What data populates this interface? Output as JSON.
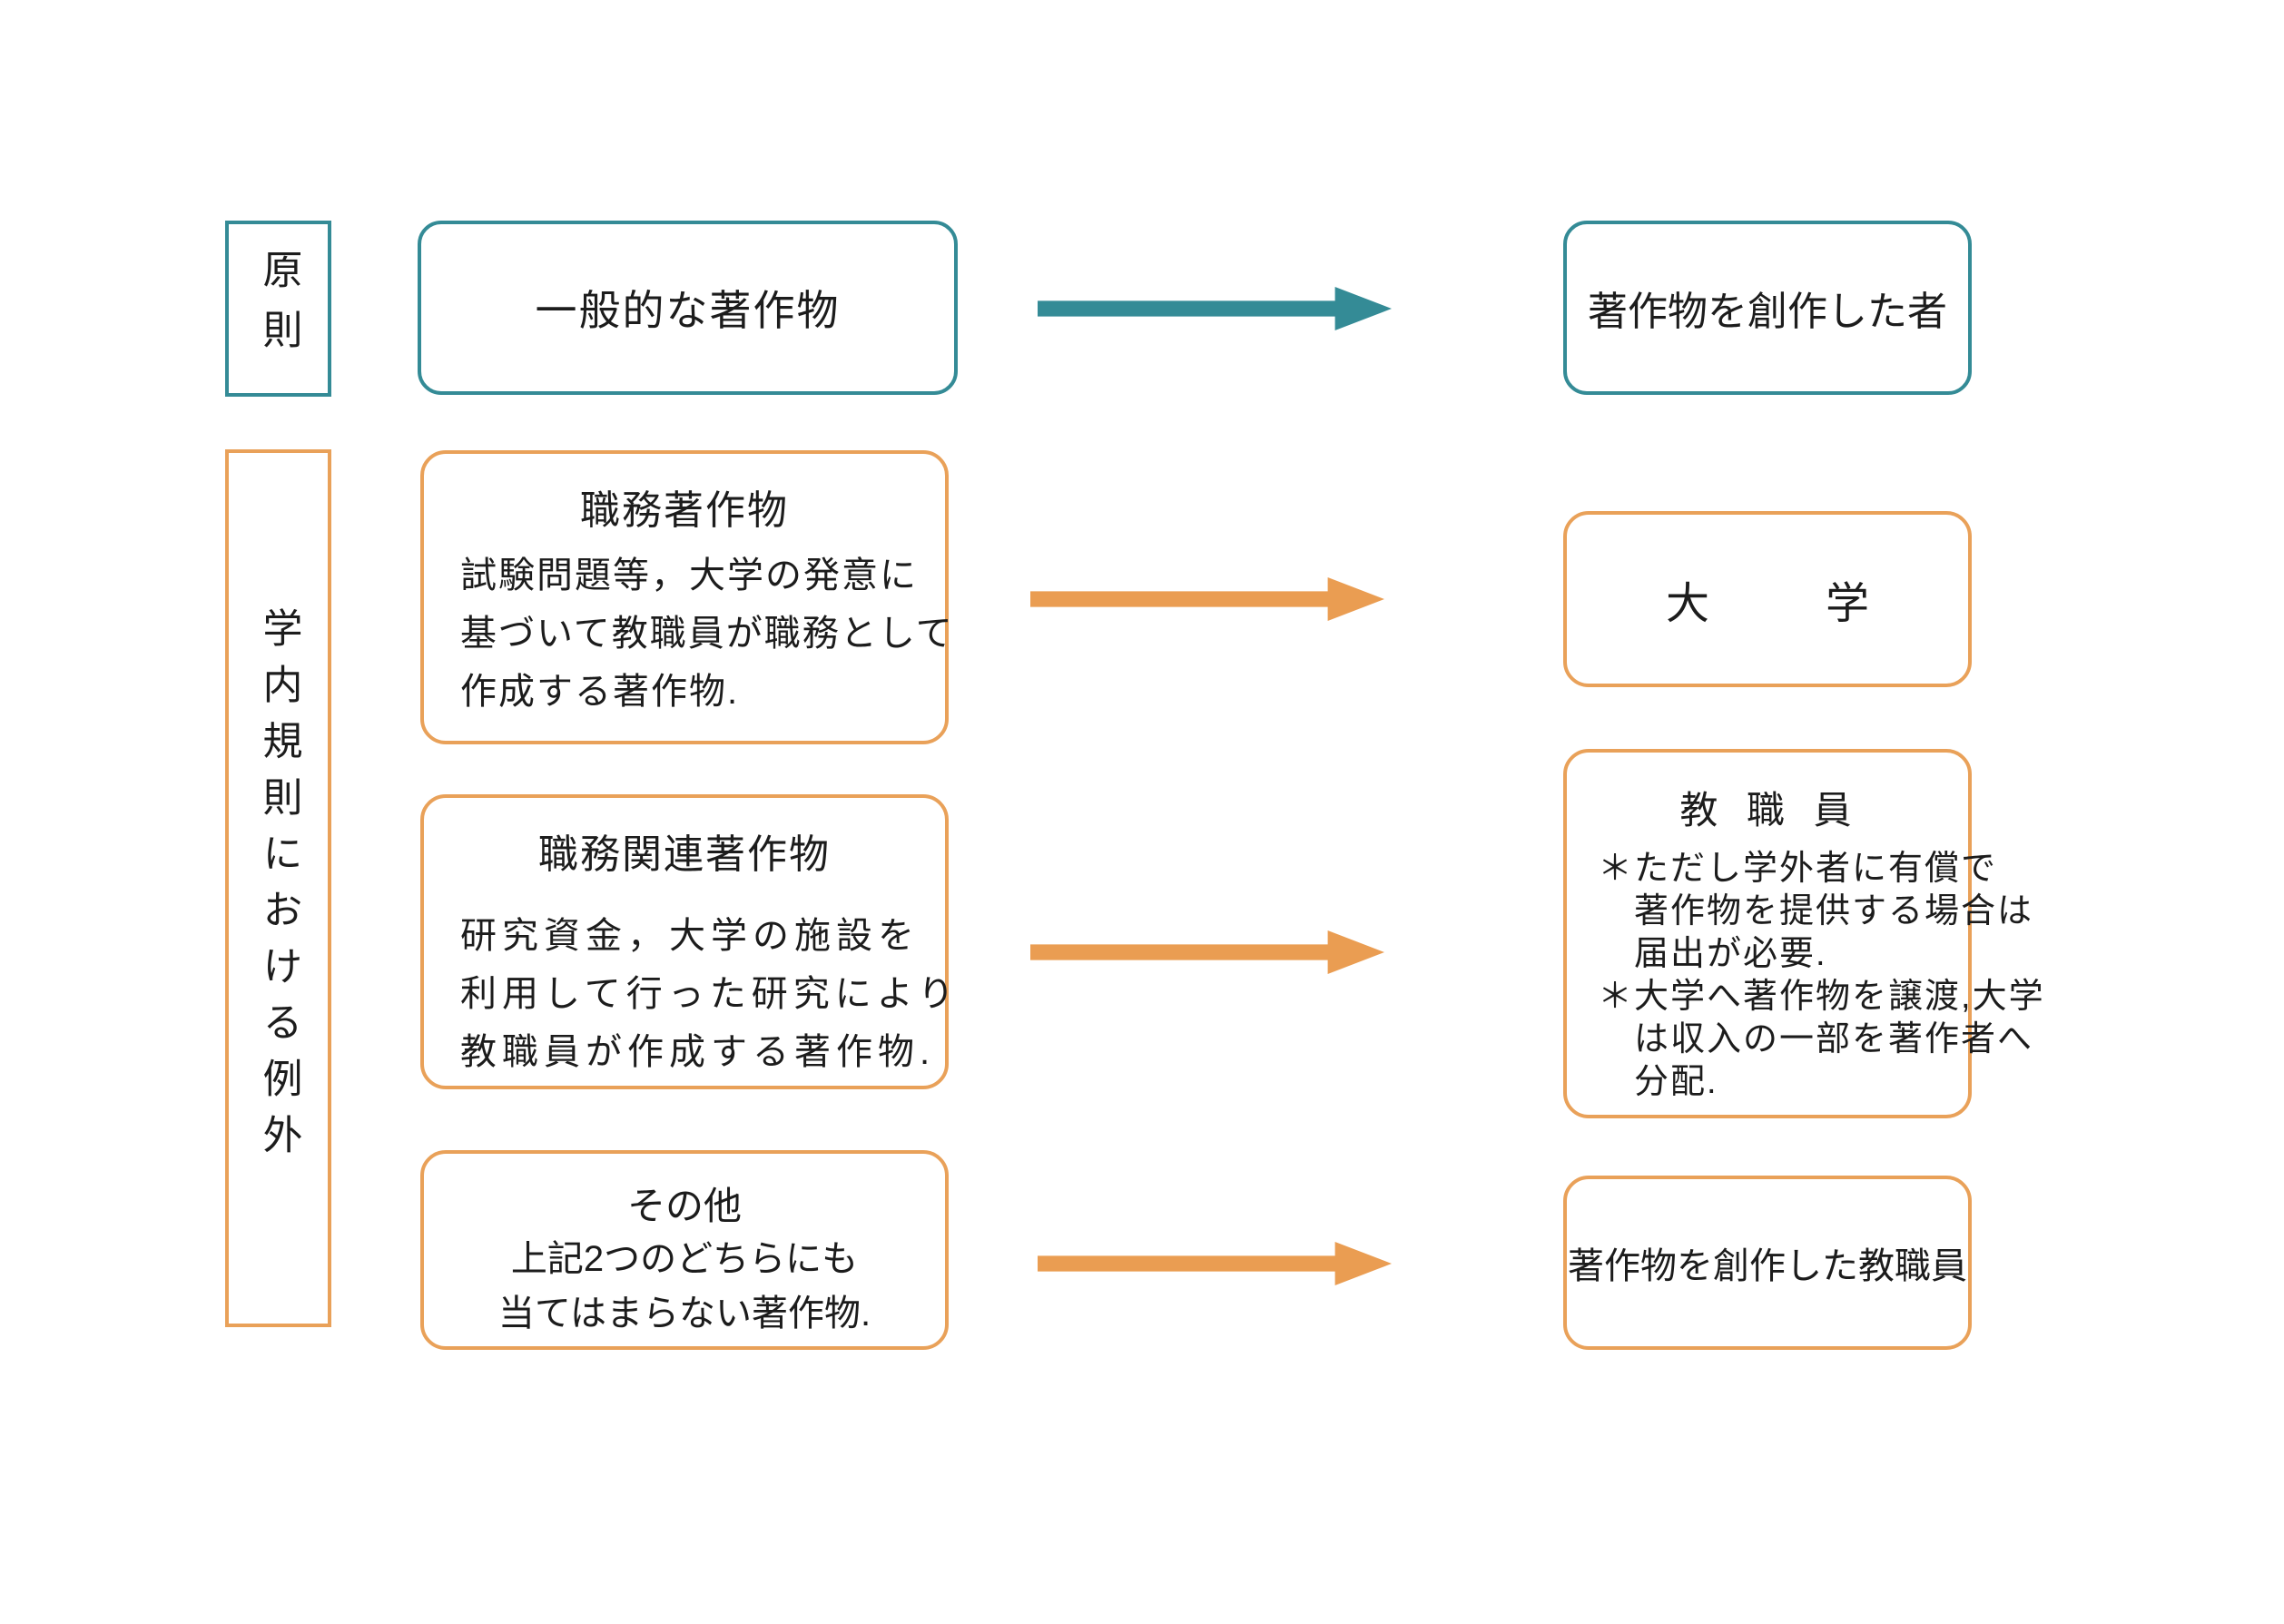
{
  "colors": {
    "teal": "#348B96",
    "orange": "#E9A159",
    "arrow_orange": "#EA9D52",
    "text_color": "#1C1C1C"
  },
  "left_labels": {
    "principle": "原則",
    "exception": "学内規則における例外"
  },
  "top_row": {
    "source": "一般的な著作物",
    "target": "著作物を創作した者"
  },
  "middle_boxes": [
    {
      "title": "職務著作物",
      "lines": [
        "試験問題等，大学の発意に",
        "基づいて教職員が職務として",
        "作成する著作物."
      ]
    },
    {
      "title": "職務関連著作物",
      "lines": [
        "研究資金，大学の施設を",
        "利用して行った研究により",
        "教職員が作成する著作物."
      ]
    },
    {
      "title": "その他",
      "lines": [
        "上記2つのどちらにも",
        "当てはまらない著作物."
      ]
    }
  ],
  "right_boxes": [
    {
      "label": "大　学"
    },
    {
      "title": "教 職 員",
      "notes": [
        {
          "marker": "＊",
          "lines": [
            "ただし学外者に有償で",
            "著作物を提供する場合は",
            "届出が必要."
          ]
        },
        {
          "marker": "＊",
          "lines": [
            "大学へ著作物を譲渡,大学",
            "は収入の一部を著作者へ",
            "分配."
          ]
        }
      ]
    },
    {
      "label": "著作物を創作した教職員"
    }
  ]
}
